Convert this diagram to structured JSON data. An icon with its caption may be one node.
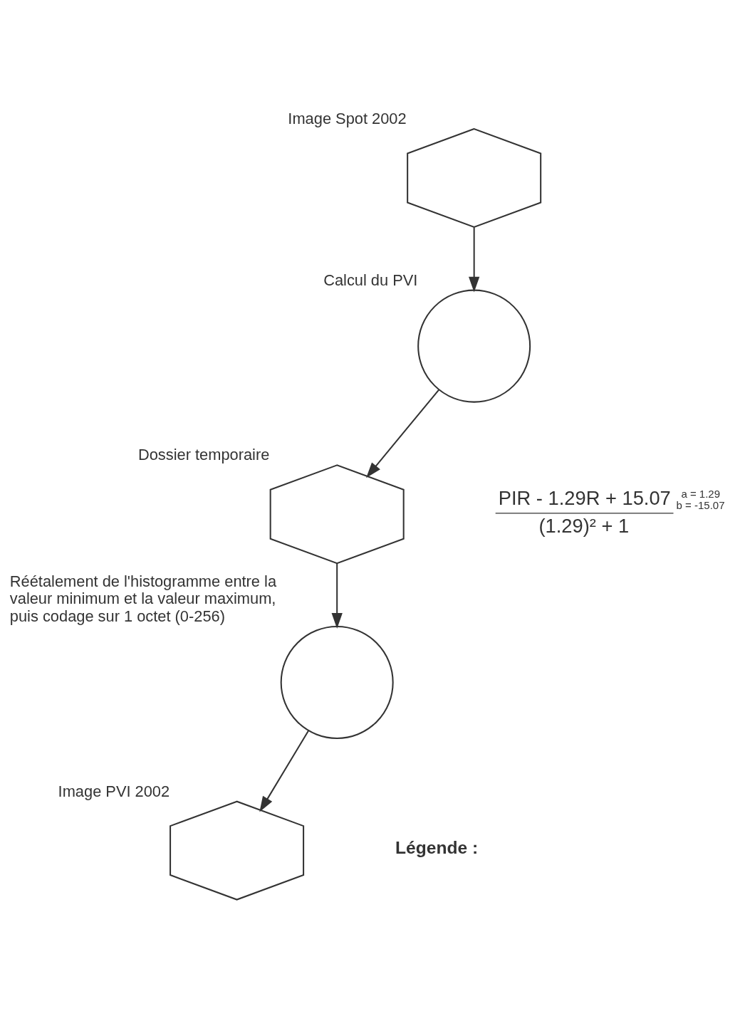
{
  "diagram": {
    "nodes": [
      {
        "text": [
          "Image Spot 2002"
        ]
      },
      {
        "text": [
          "Calcul du PVI"
        ]
      },
      {
        "text": [
          "Dossier temporaire"
        ]
      },
      {
        "text": [
          "Réétalement de l'histogramme entre la valeur minimum et la valeur maximum, puis codage sur 1 octet (0-256)"
        ]
      },
      {
        "text": [
          "Image PVI 2002"
        ]
      }
    ],
    "edges": [
      {
        "from": 0,
        "to": 1,
        "arrow": "to"
      },
      {
        "from": 1,
        "to": 2,
        "arrow": "to"
      },
      {
        "from": 2,
        "to": 3,
        "arrow": "to"
      },
      {
        "from": 3,
        "to": 4,
        "arrow": "to"
      }
    ],
    "labels": [
      "PIR - 1.29R + 15.07",
      "(1.29)² + 1",
      "a = 1.29",
      "b = -15.07",
      "Légende :"
    ]
  }
}
